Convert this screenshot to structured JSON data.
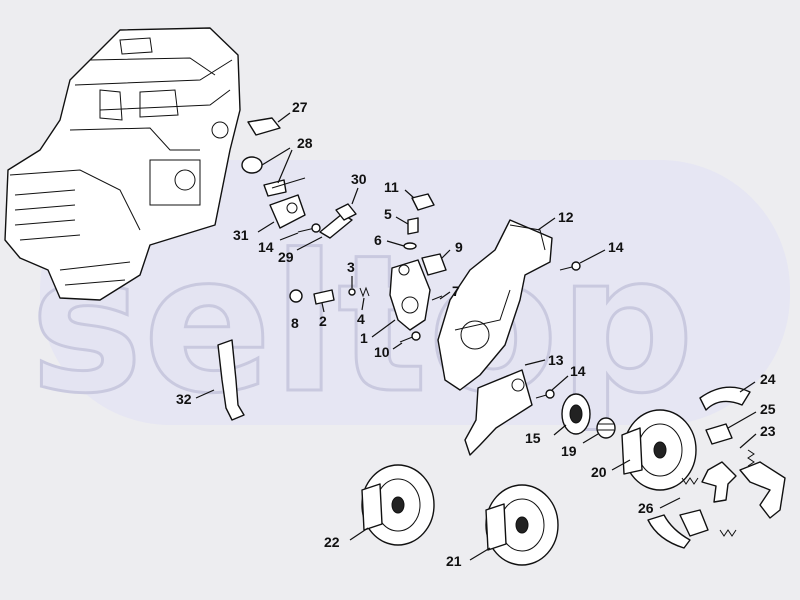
{
  "watermark": {
    "text": "seltop"
  },
  "callouts": [
    {
      "id": "c27",
      "label": "27"
    },
    {
      "id": "c28",
      "label": "28"
    },
    {
      "id": "c30",
      "label": "30"
    },
    {
      "id": "c11",
      "label": "11"
    },
    {
      "id": "c12",
      "label": "12"
    },
    {
      "id": "c5",
      "label": "5"
    },
    {
      "id": "c6",
      "label": "6"
    },
    {
      "id": "c9",
      "label": "9"
    },
    {
      "id": "c31",
      "label": "31"
    },
    {
      "id": "c14a",
      "label": "14"
    },
    {
      "id": "c29",
      "label": "29"
    },
    {
      "id": "c14b",
      "label": "14"
    },
    {
      "id": "c3",
      "label": "3"
    },
    {
      "id": "c7",
      "label": "7"
    },
    {
      "id": "c8",
      "label": "8"
    },
    {
      "id": "c2",
      "label": "2"
    },
    {
      "id": "c4",
      "label": "4"
    },
    {
      "id": "c1",
      "label": "1"
    },
    {
      "id": "c10",
      "label": "10"
    },
    {
      "id": "c13",
      "label": "13"
    },
    {
      "id": "c14c",
      "label": "14"
    },
    {
      "id": "c24",
      "label": "24"
    },
    {
      "id": "c32",
      "label": "32"
    },
    {
      "id": "c25",
      "label": "25"
    },
    {
      "id": "c23",
      "label": "23"
    },
    {
      "id": "c15",
      "label": "15"
    },
    {
      "id": "c19",
      "label": "19"
    },
    {
      "id": "c20",
      "label": "20"
    },
    {
      "id": "c26",
      "label": "26"
    },
    {
      "id": "c22",
      "label": "22"
    },
    {
      "id": "c21",
      "label": "21"
    }
  ]
}
